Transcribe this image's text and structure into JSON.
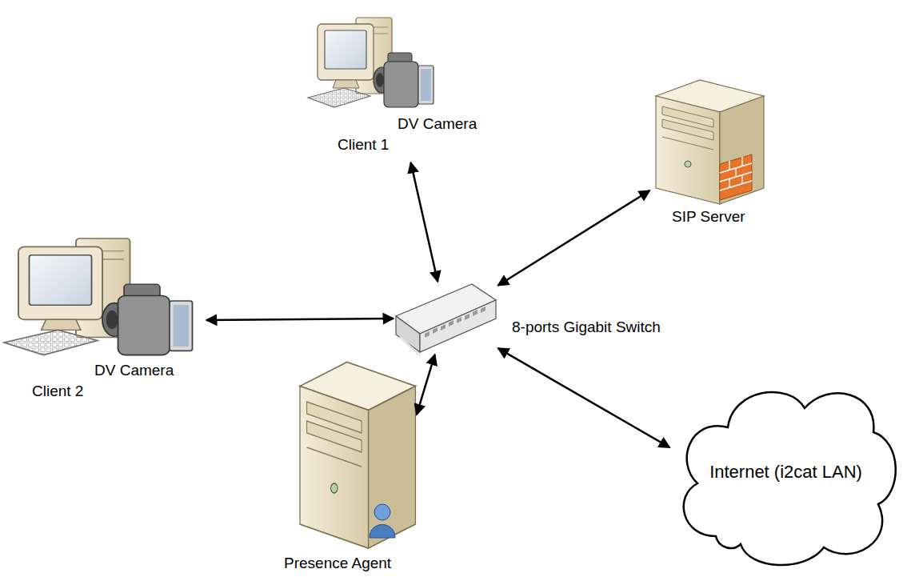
{
  "diagram": {
    "nodes": [
      {
        "text": [
          "DV Camera",
          "Client 1"
        ]
      },
      {
        "text": [
          "SIP Server"
        ]
      },
      {
        "text": [
          "DV Camera",
          "Client 2"
        ]
      },
      {
        "text": [
          "8-ports Gigabit Switch"
        ]
      },
      {
        "text": [
          "Presence Agent"
        ]
      },
      {
        "text": [
          "Internet (i2cat LAN)"
        ]
      }
    ],
    "edges": [
      {
        "from": 0,
        "to": 3,
        "arrow": "both"
      },
      {
        "from": 3,
        "to": 1,
        "arrow": "both"
      },
      {
        "from": 2,
        "to": 3,
        "arrow": "both"
      },
      {
        "from": 3,
        "to": 4,
        "arrow": "both"
      },
      {
        "from": 3,
        "to": 5,
        "arrow": "both"
      }
    ]
  }
}
